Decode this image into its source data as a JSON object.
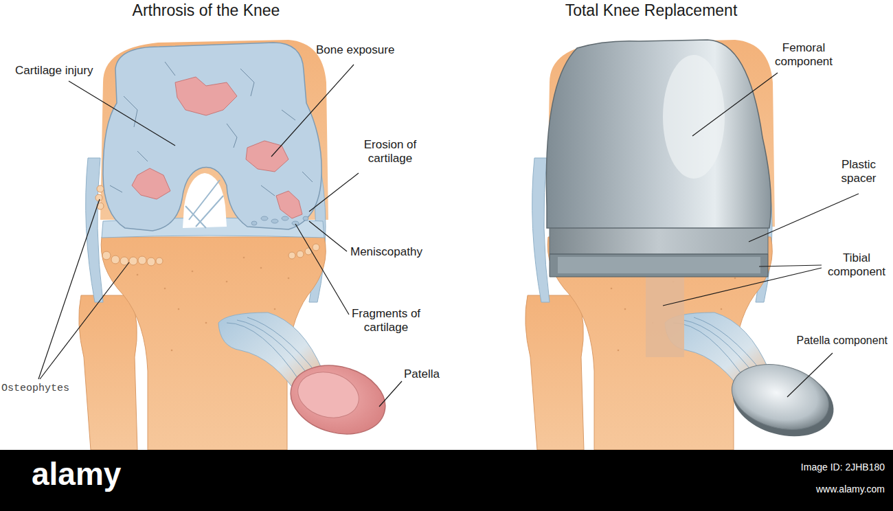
{
  "diagram": {
    "labels": [
      "Arthrosis of the Knee",
      "Total Knee Replacement",
      "Cartilage injury",
      "Bone exposure",
      "Erosion of cartilage",
      "Meniscopathy",
      "Fragments of cartilage",
      "Patella",
      "Osteophytes",
      "Femoral component",
      "Plastic spacer",
      "Tibial component",
      "Patella component",
      "alamy",
      "Image ID: 2JHB180",
      "www.alamy.com"
    ]
  }
}
